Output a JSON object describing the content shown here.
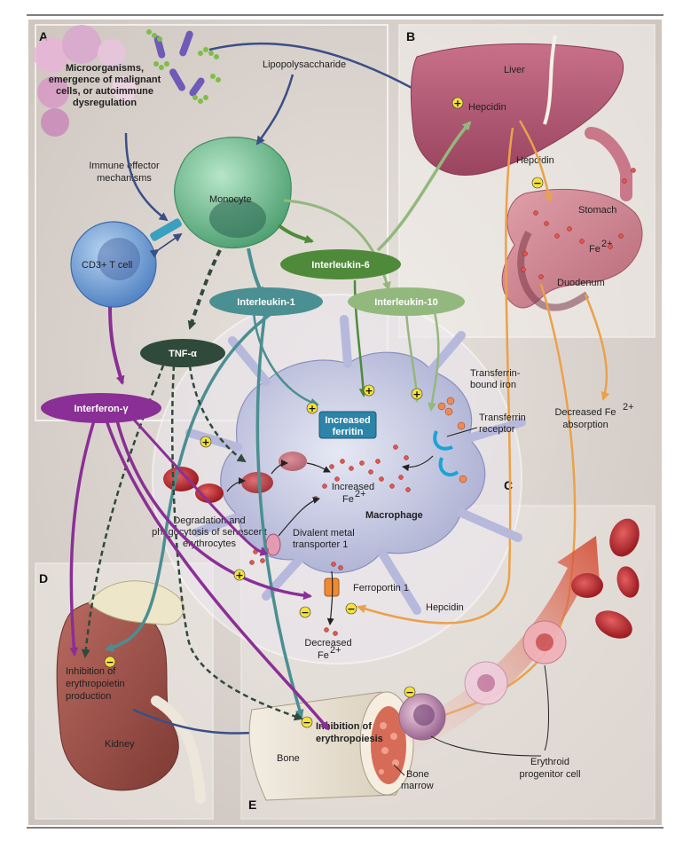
{
  "panels": {
    "a": "A",
    "b": "B",
    "c": "C",
    "d": "D",
    "e": "E"
  },
  "labels": {
    "trigger_1": "Microorganisms,",
    "trigger_2": "emergence of malignant",
    "trigger_3": "cells, or autoimmune",
    "trigger_4": "dysregulation",
    "lps": "Lipopolysaccharide",
    "immune_1": "Immune effector",
    "immune_2": "mechanisms",
    "monocyte": "Monocyte",
    "tcell": "CD3+ T cell",
    "liver": "Liver",
    "hepcidin_liver": "Hepcidin",
    "hepcidin_arrow": "Hepcidin",
    "stomach": "Stomach",
    "fe_stomach": "Fe",
    "duodenum": "Duodenum",
    "decreased_abs_1": "Decreased Fe",
    "decreased_abs_2": "absorption",
    "transferrin_bound_1": "Transferrin-",
    "transferrin_bound_2": "bound iron",
    "transferrin_receptor_1": "Transferrin",
    "transferrin_receptor_2": "receptor",
    "increased_ferritin_1": "Increased",
    "increased_ferritin_2": "ferritin",
    "increased_fe_1": "Increased",
    "increased_fe_2": "Fe",
    "macrophage": "Macrophage",
    "degradation_1": "Degradation and",
    "degradation_2": "phagocytosis of senescent",
    "degradation_3": "erythrocytes",
    "dmt_1": "Divalent metal",
    "dmt_2": "transporter 1",
    "ferroportin": "Ferroportin 1",
    "hepcidin_macro": "Hepcidin",
    "decreased_fe_1": "Decreased",
    "decreased_fe_2": "Fe",
    "epo_1": "Inhibition of",
    "epo_2": "erythropoietin",
    "epo_3": "production",
    "kidney": "Kidney",
    "inhib_ery_1": "Inhibition of",
    "inhib_ery_2": "erythropoiesis",
    "bone": "Bone",
    "marrow_1": "Bone",
    "marrow_2": "marrow",
    "progenitor_1": "Erythroid",
    "progenitor_2": "progenitor cell",
    "charge": "2+",
    "plus": "+",
    "minus": "−"
  },
  "cytokines": {
    "il6": "Interleukin-6",
    "il1": "Interleukin-1",
    "il10": "Interleukin-10",
    "tnf": "TNF-α",
    "ifn": "Interferon-γ"
  },
  "colors": {
    "background": "#d9d2cc",
    "il6": "#4f8a3a",
    "il1": "#4a8f92",
    "il10": "#93b87d",
    "tnf": "#2f4a3a",
    "ifn": "#8a2f95",
    "hepcidin_orange": "#eba14a",
    "navy_arrow": "#3a4f86",
    "ferritin_box": "#2c84a8",
    "liver": "#b75d75",
    "kidney": "#9a4b45"
  }
}
